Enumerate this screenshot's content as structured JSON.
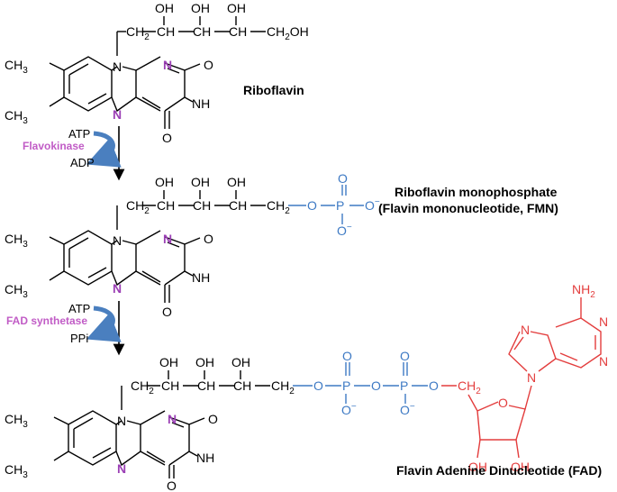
{
  "labels": {
    "riboflavin": "Riboflavin",
    "fmn_line1": "Riboflavin monophosphate",
    "fmn_line2": "(Flavin mononucleotide, FMN)",
    "fad": "Flavin Adenine Dinucleotide (FAD)"
  },
  "reaction1": {
    "enzyme": "Flavokinase",
    "substrate": "ATP",
    "product": "ADP"
  },
  "reaction2": {
    "enzyme": "FAD synthetase",
    "substrate": "ATP",
    "product": "PPi"
  },
  "atoms": {
    "ch3": "CH",
    "three": "3",
    "n": "N",
    "nh": "NH",
    "o": "O",
    "oh": "OH",
    "ch2": "CH",
    "two": "2",
    "ch": "CH",
    "ch2oh_end": "OH",
    "p": "P",
    "o_minus": "O",
    "minus": "−",
    "nh2_n": "NH",
    "nh2_2": "2"
  },
  "colors": {
    "flavin_n": "#9b3fb5",
    "phosphate": "#3e7ac4",
    "adenosine": "#e33d3d",
    "arrow": "#4a7fbf",
    "enzyme": "#c15cc6"
  }
}
